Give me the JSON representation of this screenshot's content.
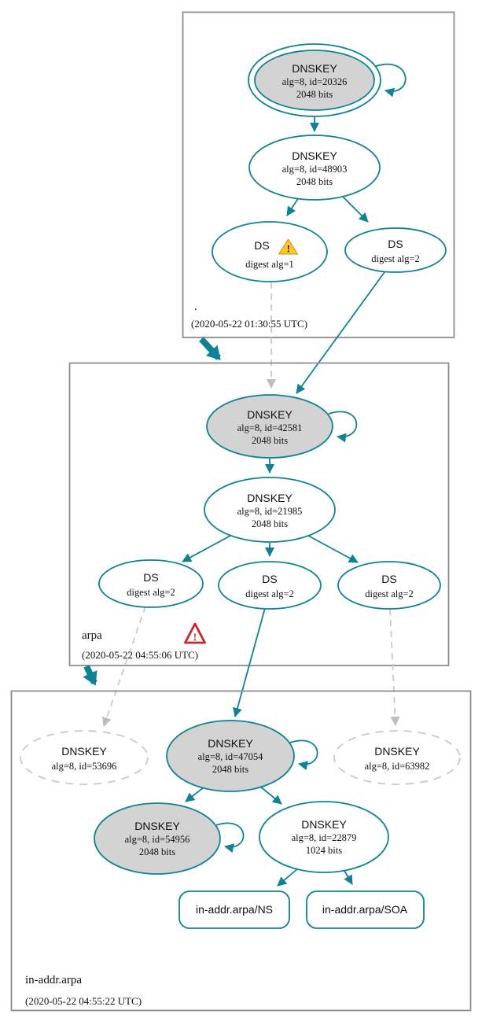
{
  "zones": {
    "root": {
      "label": ".",
      "timestamp": "(2020-05-22 01:30:55 UTC)",
      "nodes": {
        "ksk20326": {
          "title": "DNSKEY",
          "detail": "alg=8, id=20326",
          "bits": "2048 bits"
        },
        "zsk48903": {
          "title": "DNSKEY",
          "detail": "alg=8, id=48903",
          "bits": "2048 bits"
        },
        "ds_alg1": {
          "title": "DS",
          "detail": "digest alg=1",
          "warning": "!"
        },
        "ds_alg2": {
          "title": "DS",
          "detail": "digest alg=2"
        }
      }
    },
    "arpa": {
      "label": "arpa",
      "timestamp": "(2020-05-22 04:55:06 UTC)",
      "error": "!",
      "nodes": {
        "ksk42581": {
          "title": "DNSKEY",
          "detail": "alg=8, id=42581",
          "bits": "2048 bits"
        },
        "zsk21985": {
          "title": "DNSKEY",
          "detail": "alg=8, id=21985",
          "bits": "2048 bits"
        },
        "ds1": {
          "title": "DS",
          "detail": "digest alg=2"
        },
        "ds2": {
          "title": "DS",
          "detail": "digest alg=2"
        },
        "ds3": {
          "title": "DS",
          "detail": "digest alg=2"
        }
      }
    },
    "inaddr": {
      "label": "in-addr.arpa",
      "timestamp": "(2020-05-22 04:55:22 UTC)",
      "nodes": {
        "key53696": {
          "title": "DNSKEY",
          "detail": "alg=8, id=53696"
        },
        "ksk47054": {
          "title": "DNSKEY",
          "detail": "alg=8, id=47054",
          "bits": "2048 bits"
        },
        "key63982": {
          "title": "DNSKEY",
          "detail": "alg=8, id=63982"
        },
        "key54956": {
          "title": "DNSKEY",
          "detail": "alg=8, id=54956",
          "bits": "2048 bits"
        },
        "zsk22879": {
          "title": "DNSKEY",
          "detail": "alg=8, id=22879",
          "bits": "1024 bits"
        },
        "ns": {
          "label": "in-addr.arpa/NS"
        },
        "soa": {
          "label": "in-addr.arpa/SOA"
        }
      }
    }
  },
  "colors": {
    "secure_teal": "#0f8295",
    "node_fill_gray": "#d3d3d3",
    "insecure_gray": "#c9c9c9",
    "box_border_gray": "#8c8c8c",
    "warning_yellow": "#fdc62f",
    "error_red": "#c5272d"
  }
}
